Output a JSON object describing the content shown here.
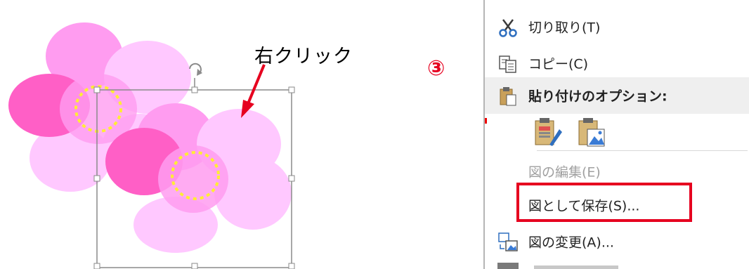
{
  "annotation": {
    "right_click_label": "右クリック",
    "step_number": "③",
    "highlight_color": "#e6001f",
    "arrow_color": "#e6001f"
  },
  "flowers": {
    "petal_light": "#ffc8ff",
    "petal_mid": "#ff9cf0",
    "petal_dark": "#ff5fc6",
    "center_ring": "#ffee33"
  },
  "context_menu": {
    "items": [
      {
        "label": "切り取り(T)",
        "icon": "scissors-icon",
        "enabled": true
      },
      {
        "label": "コピー(C)",
        "icon": "copy-icon",
        "enabled": true
      },
      {
        "label": "貼り付けのオプション:",
        "icon": "clipboard-icon",
        "enabled": true,
        "header": true
      },
      {
        "label": "図の編集(E)",
        "icon": "",
        "enabled": false
      },
      {
        "label": "図として保存(S)...",
        "icon": "",
        "enabled": true,
        "highlighted": true
      },
      {
        "label": "図の変更(A)...",
        "icon": "change-picture-icon",
        "enabled": true
      }
    ],
    "paste_options": [
      "paste-keep-format-icon",
      "paste-picture-icon"
    ]
  }
}
